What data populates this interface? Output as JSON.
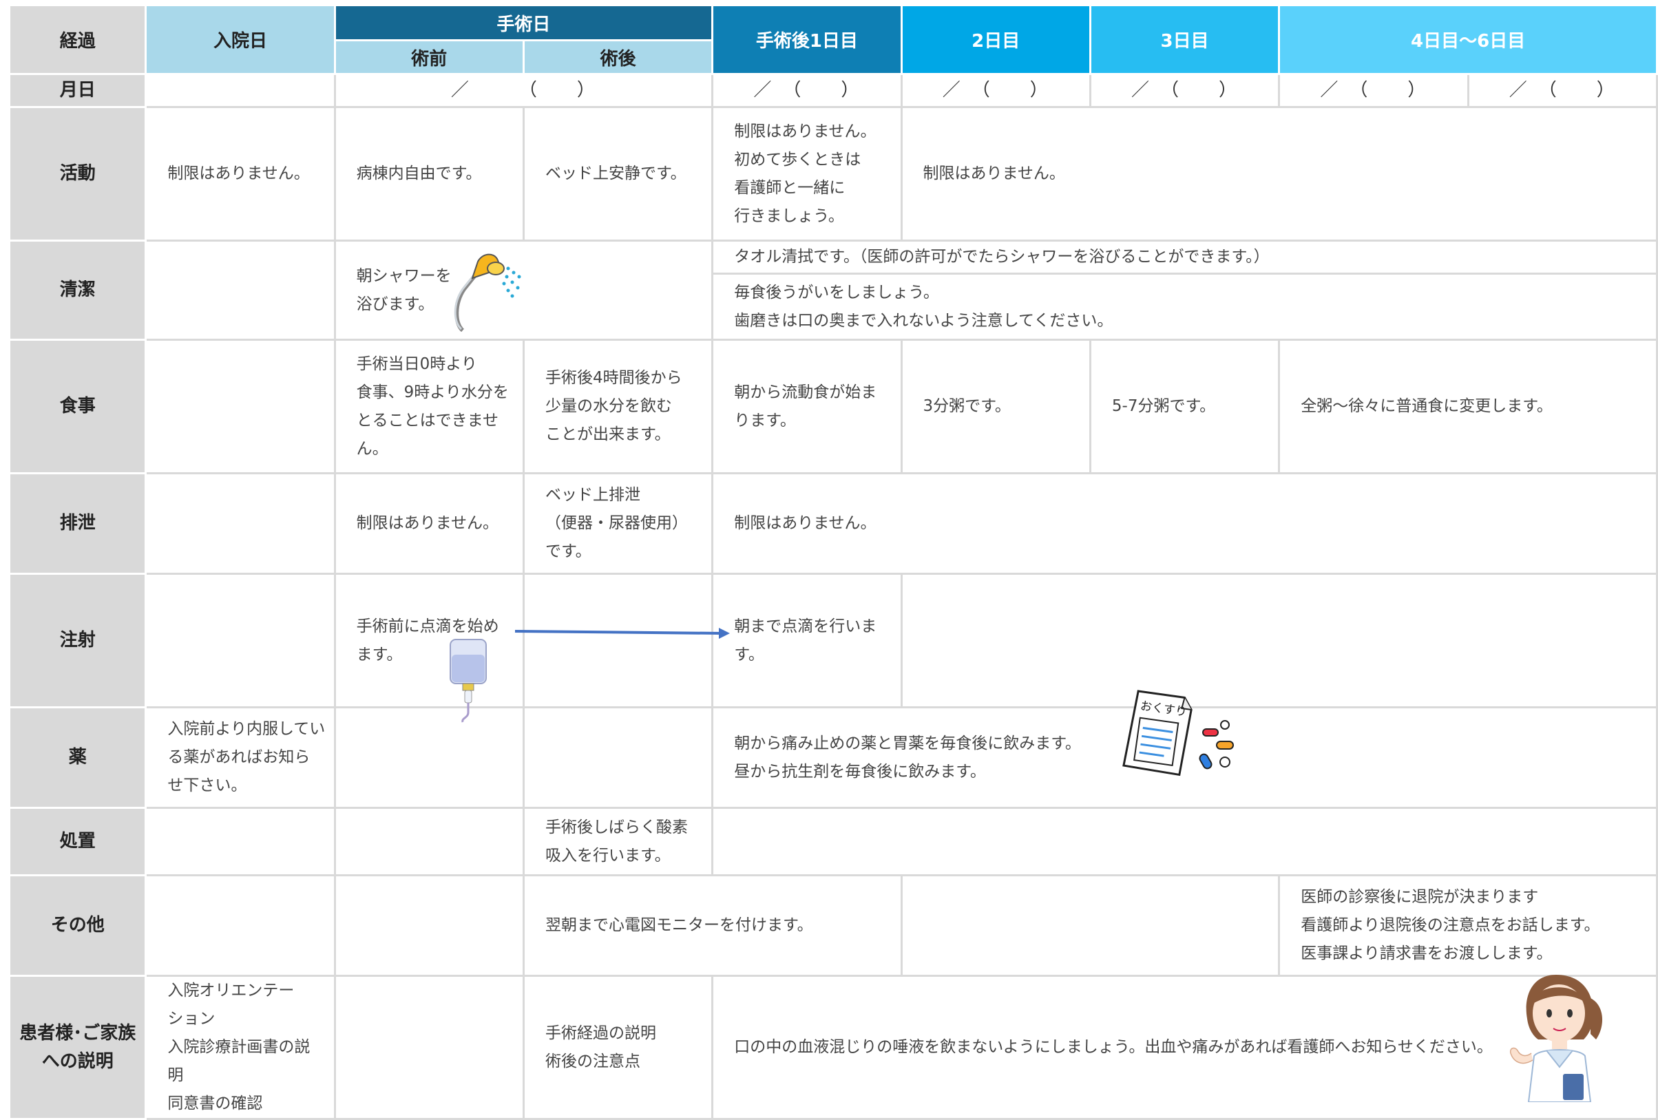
{
  "header": {
    "keika": "経過",
    "nyuin_bi": "入院日",
    "shujutsu_bi": "手術日",
    "jutsuzen": "術前",
    "jutsugo": "術後",
    "day1": "手術後1日目",
    "day2": "2日目",
    "day3": "3日目",
    "day4_6": "4日目〜6日目"
  },
  "date_row": {
    "label": "月日",
    "blank": "／　　　（　　）",
    "blank_short": "／　（　　）"
  },
  "rows": {
    "katsudo": {
      "label": "活動",
      "nyuin": "制限はありません。",
      "jutsuzen": "病棟内自由です。",
      "jutsugo": "ベッド上安静です。",
      "day1": "制限はありません。\n初めて歩くときは\n看護師と一緒に\n行きましょう。",
      "day2_6": "制限はありません。"
    },
    "seiketsu": {
      "label": "清潔",
      "jutsuzen": "朝シャワーを\n浴びます。",
      "day1_6_a": "タオル清拭です。（医師の許可がでたらシャワーを浴びることができます。）",
      "day1_6_b": "毎食後うがいをしましょう。\n歯磨きは口の奥まで入れないよう注意してください。"
    },
    "shokuji": {
      "label": "食事",
      "jutsuzen": "手術当日0時より\n食事、9時より水分を\nとることはできませ\nん。",
      "jutsugo": "手術後4時間後から\n少量の水分を飲む\nことが出来ます。",
      "day1": "朝から流動食が始ま\nります。",
      "day2": "3分粥です。",
      "day3": "5-7分粥です。",
      "day4_6": "全粥〜徐々に普通食に変更します。"
    },
    "haisetsu": {
      "label": "排泄",
      "jutsuzen": "制限はありません。",
      "jutsugo": "ベッド上排泄\n（便器・尿器使用）\nです。",
      "day1_6": "制限はありません。"
    },
    "chusha": {
      "label": "注射",
      "jutsuzen": "手術前に点滴を始め\nます。",
      "day1": "朝まで点滴を行いま\nす。"
    },
    "kusuri": {
      "label": "薬",
      "nyuin": "入院前より内服してい\nる薬があればお知ら\nせ下さい。",
      "day1_6": "朝から痛み止めの薬と胃薬を毎食後に飲みます。\n昼から抗生剤を毎食後に飲みます。",
      "icon_text": "おくすり"
    },
    "shochi": {
      "label": "処置",
      "jutsugo": "手術後しばらく酸素\n吸入を行います。"
    },
    "sonota": {
      "label": "その他",
      "jutsugo_day1": "翌朝まで心電図モニターを付けます。",
      "day4_6": "医師の診察後に退院が決まります\n看護師より退院後の注意点をお話します。\n医事課より請求書をお渡しします。"
    },
    "setsumei": {
      "label": "患者様･ご家族\nへの説明",
      "nyuin": "入院オリエンテー\nション\n入院診療計画書の説\n明\n同意書の確認",
      "jutsugo": "手術経過の説明\n術後の注意点",
      "day1_6": "口の中の血液混じりの唾液を飲まないようにしましょう。出血や痛みがあれば看護師へお知らせください。"
    }
  },
  "colors": {
    "header_dark": "#156892",
    "header_mid": "#0e7fb4",
    "header_bright": "#00a7e6",
    "header_light": "#5ad1fb",
    "header_pale": "#a9d8ea",
    "row_label_bg": "#d9d9d9",
    "arrow": "#4472c4"
  }
}
